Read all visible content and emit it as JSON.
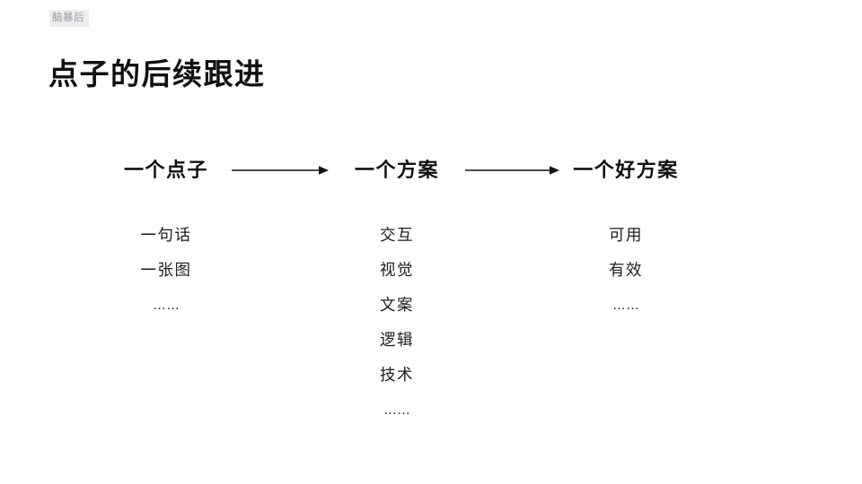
{
  "slide": {
    "kicker": "脑暴后",
    "title": "点子的后续跟进",
    "background_color": "#ffffff",
    "kicker_color": "#9b9ba1",
    "kicker_background_color": "#ededef",
    "title_color": "#111111",
    "text_color": "#1c1c1c"
  },
  "flow": {
    "arrow_icon_name": "arrow-right-icon",
    "stages": [
      {
        "heading": "一个点子"
      },
      {
        "heading": "一个方案"
      },
      {
        "heading": "一个好方案"
      }
    ],
    "arrows": [
      {
        "label": "arrow-right-icon"
      },
      {
        "label": "arrow-right-icon"
      }
    ]
  },
  "columns": [
    {
      "name": "idea",
      "items": [
        "一句话",
        "一张图",
        "……"
      ]
    },
    {
      "name": "plan",
      "items": [
        "交互",
        "视觉",
        "文案",
        "逻辑",
        "技术",
        "……"
      ]
    },
    {
      "name": "good-plan",
      "items": [
        "可用",
        "有效",
        "……"
      ]
    }
  ]
}
